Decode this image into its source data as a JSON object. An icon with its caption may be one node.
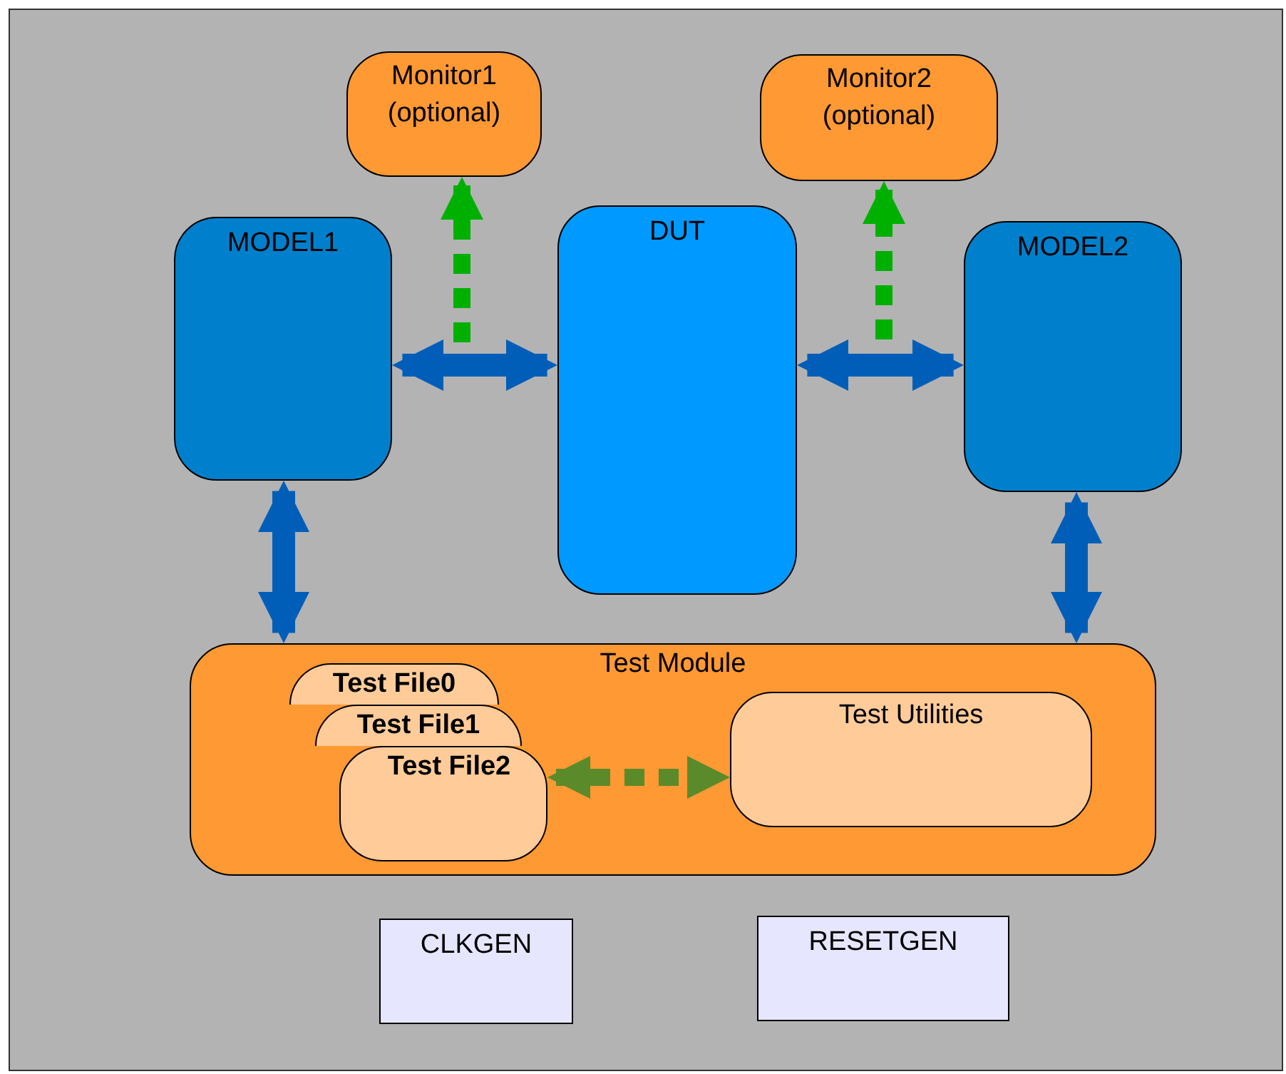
{
  "diagram": {
    "nodes": [
      {
        "text": [
          "Monitor1 (optional)"
        ]
      },
      {
        "text": [
          "Monitor2 (optional)"
        ]
      },
      {
        "text": [
          "MODEL1"
        ]
      },
      {
        "text": [
          "DUT"
        ]
      },
      {
        "text": [
          "MODEL2"
        ]
      },
      {
        "text": [
          "Test Module"
        ]
      },
      {
        "text": [
          "Test File0"
        ],
        "in": 5
      },
      {
        "text": [
          "Test File1"
        ],
        "in": 5
      },
      {
        "text": [
          "Test File2"
        ],
        "in": 5
      },
      {
        "text": [
          "Test Utilities"
        ],
        "in": 5
      },
      {
        "text": [
          "CLKGEN"
        ]
      },
      {
        "text": [
          "RESETGEN"
        ]
      }
    ],
    "edges": [
      {
        "from": 2,
        "to": 3,
        "arrow": "both"
      },
      {
        "from": null,
        "to": 0,
        "arrow": "to",
        "style": "dashed",
        "color": "#00b000"
      },
      {
        "from": 3,
        "to": 4,
        "arrow": "both"
      },
      {
        "from": null,
        "to": 1,
        "arrow": "to",
        "style": "dashed",
        "color": "#00b000"
      },
      {
        "from": 2,
        "to": 5,
        "arrow": "both"
      },
      {
        "from": 4,
        "to": 5,
        "arrow": "both"
      },
      {
        "from": 8,
        "to": 9,
        "arrow": "both",
        "style": "dashed",
        "color": "#5b8a2b"
      }
    ]
  }
}
